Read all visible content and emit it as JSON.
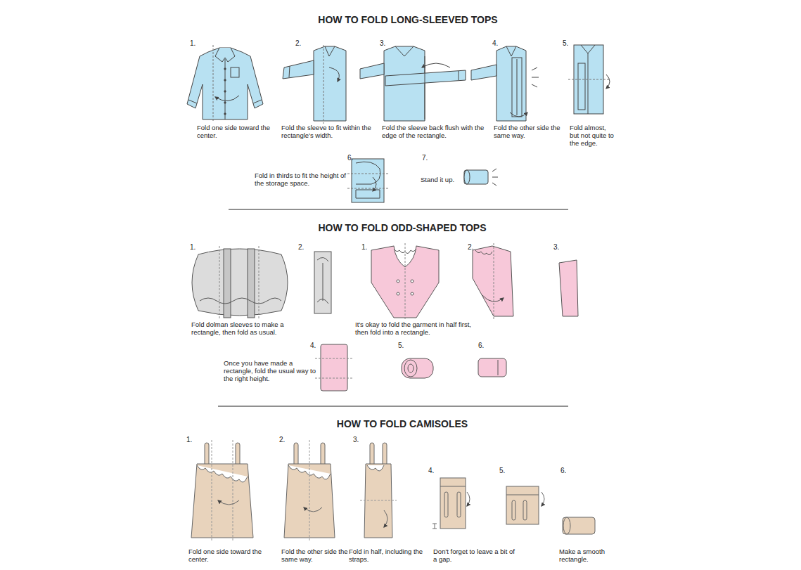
{
  "diagram": {
    "labels": [
      "HOW TO FOLD LONG-SLEEVED TOPS",
      "1.",
      "Fold one side toward the center.",
      "2.",
      "Fold the sleeve to fit within the rectangle's width.",
      "3.",
      "Fold the sleeve back flush with the edge of the rectangle.",
      "4.",
      "Fold the other side the same way.",
      "5.",
      "Fold almost, but not quite to the edge.",
      "6.",
      "Fold in thirds to fit the height of the storage space.",
      "7.",
      "Stand it up.",
      "HOW TO FOLD ODD-SHAPED TOPS",
      "1.",
      "2.",
      "Fold dolman sleeves to make a rectangle, then fold as usual.",
      "1.",
      "2.",
      "3.",
      "It's okay to fold the garment in half first, then fold into a rectangle.",
      "4.",
      "Once you have made a rectangle, fold the usual way to the right height.",
      "5.",
      "6.",
      "HOW TO FOLD CAMISOLES",
      "1.",
      "Fold one side toward the center.",
      "2.",
      "Fold the other side the same way.",
      "3.",
      "Fold in half, including the straps.",
      "4.",
      "Don't forget to leave a bit of a gap.",
      "5.",
      "6.",
      "Make a smooth rectangle."
    ]
  }
}
